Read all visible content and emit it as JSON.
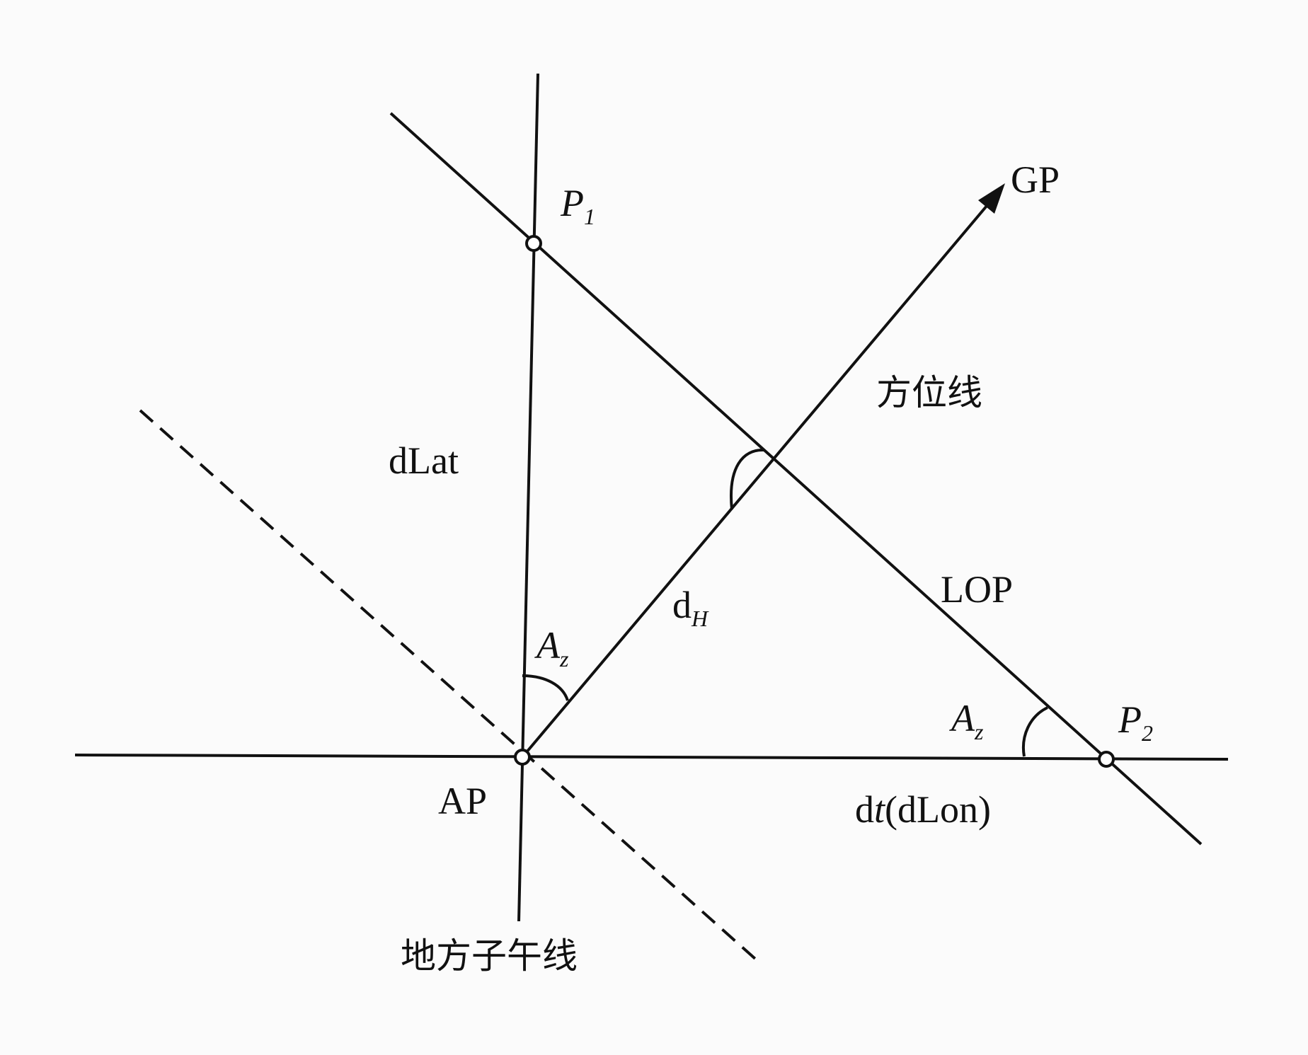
{
  "labels": {
    "p1": {
      "main": "P",
      "sub": "1"
    },
    "p2": {
      "main": "P",
      "sub": "2"
    },
    "gp": "GP",
    "azimuth_line": "方位线",
    "dlat": "dLat",
    "lop": "LOP",
    "dh": {
      "main": "d",
      "sub": "H"
    },
    "az_ap": {
      "main": "A",
      "sub": "z"
    },
    "az_p2": {
      "main": "A",
      "sub": "z"
    },
    "ap": "AP",
    "dt": {
      "main": "d",
      "italic": "t",
      "rest": "(dLon)"
    },
    "local_meridian": "地方子午线"
  }
}
